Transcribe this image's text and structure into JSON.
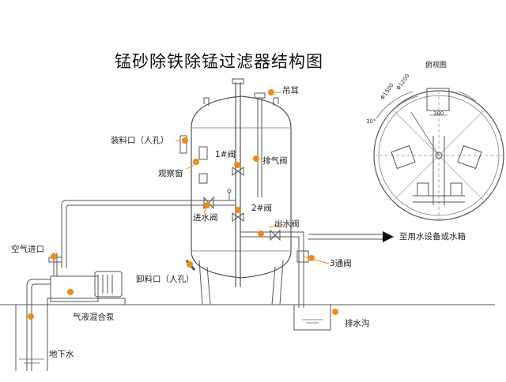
{
  "title": "锰砂除铁除锰过滤器结构图",
  "labels": {
    "lifting_lug": "吊耳",
    "valve_1": "1#阀",
    "exhaust_valve": "排气阀",
    "loading_port": "装料口（人孔）",
    "sight_window": "观察窗",
    "inlet_valve": "进水阀",
    "valve_2": "2#阀",
    "outlet_valve": "出水阀",
    "to_equipment": "至用水设备或水箱",
    "three_way_valve": "3通阀",
    "air_inlet": "空气进口",
    "unloading_port": "卸料口（人孔）",
    "mixing_pump": "气液混合泵",
    "drain_ditch": "排水沟",
    "groundwater": "地下水"
  },
  "top_view": {
    "title": "俯视图",
    "dims": [
      "Φ1200",
      "Φ1500",
      "300",
      "30°"
    ]
  },
  "colors": {
    "marker": "#f08a1c",
    "line": "#555555",
    "title": "#111111"
  }
}
